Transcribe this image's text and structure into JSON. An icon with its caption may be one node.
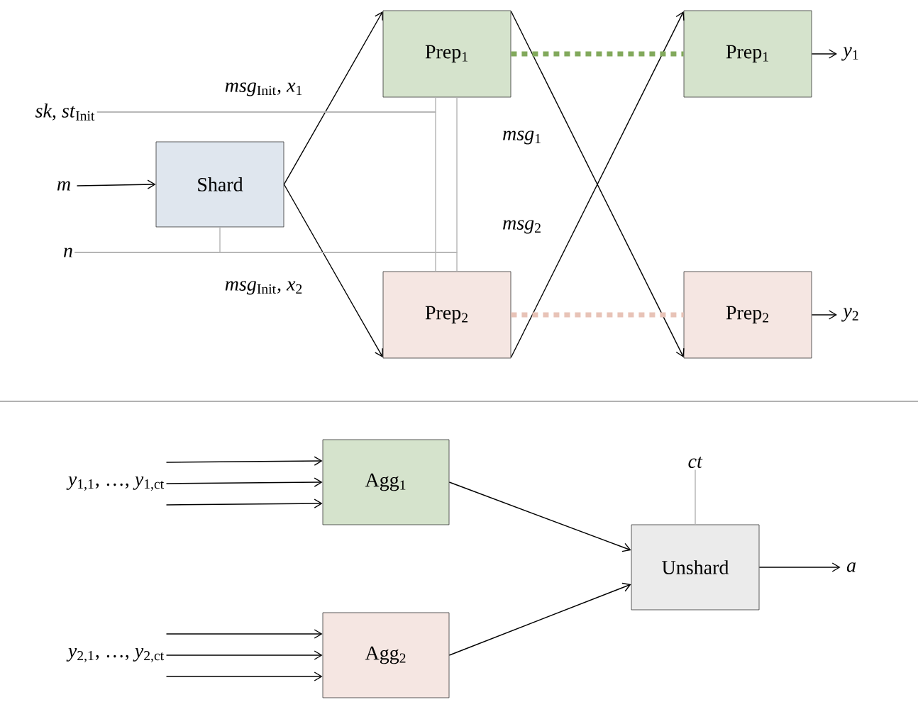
{
  "diagram": {
    "nodes": [
      {
        "text": [
          "*sk*, *st*$_{Init}$"
        ]
      },
      {
        "text": [
          "*m*"
        ]
      },
      {
        "text": [
          "*n*"
        ]
      },
      {
        "text": [
          "Shard"
        ]
      },
      {
        "text": [
          "Prep$_{1}$"
        ]
      },
      {
        "text": [
          "Prep$_{2}$"
        ]
      },
      {
        "text": [
          "Prep$_{1}$"
        ]
      },
      {
        "text": [
          "Prep$_{2}$"
        ]
      },
      {
        "text": [
          "*y*$_{1}$"
        ]
      },
      {
        "text": [
          "*y*$_{2}$"
        ]
      },
      {
        "text": [
          "*y*$_{1,1}$, …, *y*$_{1,ct}$"
        ]
      },
      {
        "text": [
          "*y*$_{2,1}$, …, *y*$_{2,ct}$"
        ]
      },
      {
        "text": [
          "Agg$_{1}$"
        ]
      },
      {
        "text": [
          "Agg$_{2}$"
        ]
      },
      {
        "text": [
          "*ct*"
        ]
      },
      {
        "text": [
          "Unshard"
        ]
      },
      {
        "text": [
          "*a*"
        ]
      }
    ],
    "edges": [
      {
        "from": 1,
        "to": 3,
        "arrow": "to"
      },
      {
        "from": 3,
        "to": 4,
        "arrow": "to",
        "label": "*msg*$_{Init}$, *x*$_{1}$"
      },
      {
        "from": 3,
        "to": 5,
        "arrow": "to",
        "label": "*msg*$_{Init}$, *x*$_{2}$"
      },
      {
        "from": 4,
        "to": 7,
        "arrow": "to",
        "label": "*msg*$_{1}$"
      },
      {
        "from": 5,
        "to": 6,
        "arrow": "to",
        "label": "*msg*$_{2}$"
      },
      {
        "from": 4,
        "to": 6,
        "arrow": "none",
        "style": "dashed",
        "color": "#82a95c"
      },
      {
        "from": 5,
        "to": 7,
        "arrow": "none",
        "style": "dashed",
        "color": "#e8c3b7"
      },
      {
        "from": 6,
        "to": 8,
        "arrow": "to"
      },
      {
        "from": 7,
        "to": 9,
        "arrow": "to"
      },
      {
        "from": 0,
        "to": 4,
        "arrow": "none",
        "color": "#b4b4b4"
      },
      {
        "from": 0,
        "to": 5,
        "arrow": "none",
        "color": "#b4b4b4"
      },
      {
        "from": 2,
        "to": 4,
        "arrow": "none",
        "color": "#b4b4b4"
      },
      {
        "from": 2,
        "to": 5,
        "arrow": "none",
        "color": "#b4b4b4"
      },
      {
        "from": 2,
        "to": 3,
        "arrow": "none",
        "color": "#b4b4b4"
      },
      {
        "from": 10,
        "to": 12,
        "arrow": "to"
      },
      {
        "from": 10,
        "to": 12,
        "arrow": "to"
      },
      {
        "from": 10,
        "to": 12,
        "arrow": "to"
      },
      {
        "from": 11,
        "to": 13,
        "arrow": "to"
      },
      {
        "from": 11,
        "to": 13,
        "arrow": "to"
      },
      {
        "from": 11,
        "to": 13,
        "arrow": "to"
      },
      {
        "from": 12,
        "to": 15,
        "arrow": "to"
      },
      {
        "from": 13,
        "to": 15,
        "arrow": "to"
      },
      {
        "from": 14,
        "to": 15,
        "arrow": "none",
        "color": "#b4b4b4"
      },
      {
        "from": 15,
        "to": 16,
        "arrow": "to"
      }
    ]
  }
}
